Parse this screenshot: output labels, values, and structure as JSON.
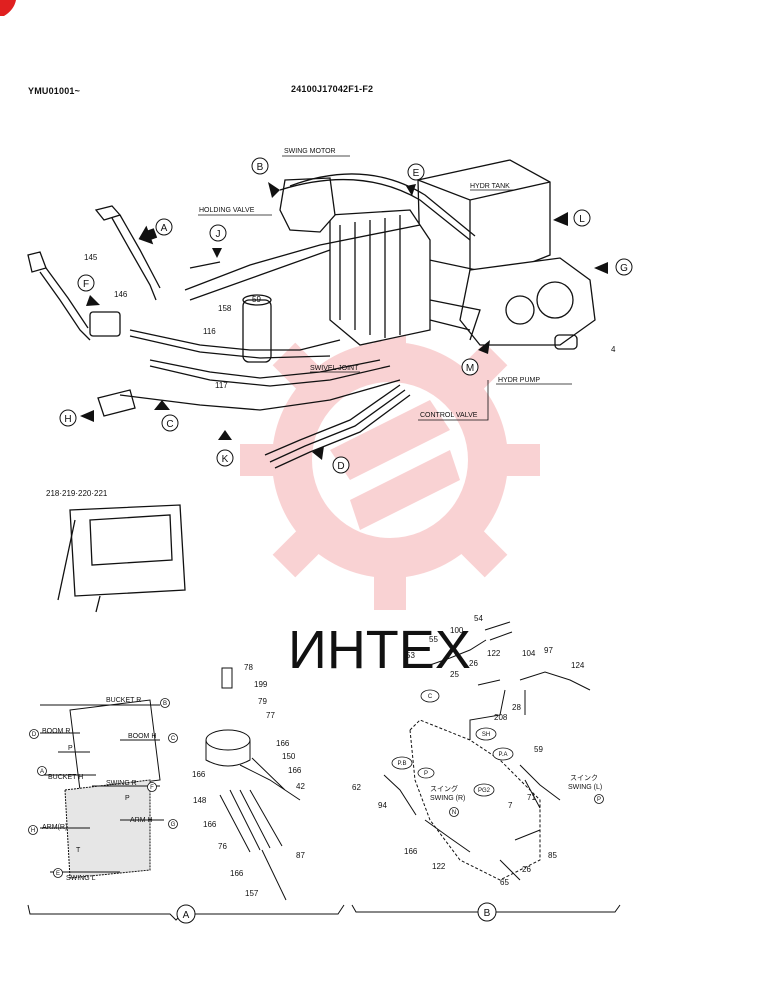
{
  "header": {
    "model_range": "YMU01001~",
    "drawing_number": "24100J17042F1-F2"
  },
  "watermark": {
    "text": "ИНТЕХ",
    "color": "#e8383a"
  },
  "main_diagram": {
    "component_labels": {
      "swing_motor": "SWING MOTOR",
      "holding_valve": "HOLDING VALVE",
      "hydr_tank": "HYDR TANK",
      "swivel_joint": "SWIVEL JOINT",
      "control_valve": "CONTROL VALVE",
      "hydr_pump": "HYDR PUMP"
    },
    "callouts": [
      "A",
      "B",
      "C",
      "D",
      "E",
      "F",
      "G",
      "H",
      "J",
      "K",
      "L",
      "M"
    ],
    "part_numbers": [
      "145",
      "146",
      "158",
      "59",
      "116",
      "117",
      "4"
    ]
  },
  "cab_inset": {
    "label": "218·219·220·221"
  },
  "detail_a": {
    "circle_label": "A",
    "pattern_labels": {
      "bucket_r": "BUCKET R",
      "boom_r": "BOOM R",
      "boom_h": "BOOM H",
      "p": "P",
      "t": "T",
      "bucket_h": "BUCKET H",
      "swing_r": "SWING R",
      "arm_r": "ARM(R)",
      "arm_h": "ARM H",
      "swing_l": "SWING L"
    },
    "port_letters": [
      "B",
      "D",
      "C",
      "A",
      "F",
      "H",
      "G",
      "E"
    ],
    "part_numbers": [
      "78",
      "199",
      "79",
      "77",
      "166",
      "150",
      "166",
      "166",
      "42",
      "148",
      "166",
      "76",
      "87",
      "166",
      "157"
    ]
  },
  "detail_b": {
    "circle_label": "B",
    "part_numbers": [
      "54",
      "100",
      "55",
      "53",
      "26",
      "122",
      "104",
      "97",
      "124",
      "25",
      "28",
      "208",
      "59",
      "62",
      "94",
      "7",
      "71",
      "166",
      "122",
      "26",
      "85",
      "65"
    ],
    "port_labels": {
      "c": "C",
      "sh": "SH",
      "pb": "P.B",
      "pa": "P.A",
      "p": "P",
      "pg2": "PG2"
    },
    "swing_r_katakana": "スイング",
    "swing_r": "SWING (R)",
    "swing_r_mark": "N",
    "swing_l_katakana": "スインク",
    "swing_l": "SWING (L)",
    "swing_l_mark": "P"
  }
}
